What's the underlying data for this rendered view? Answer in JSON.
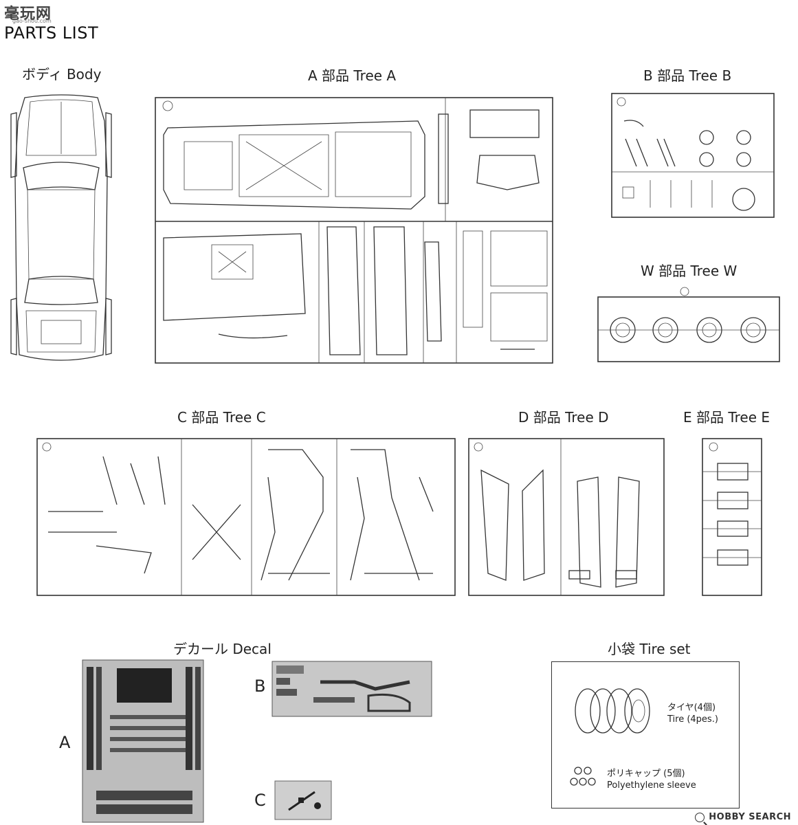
{
  "header": {
    "site_logo": "毫玩网",
    "site_url": "gao-shou.com",
    "title": "PARTS LIST"
  },
  "sections": {
    "body": "ボディ  Body",
    "tree_a": "A 部品 Tree A",
    "tree_b": "B 部品 Tree B",
    "tree_w": "W 部品 Tree W",
    "tree_c": "C 部品 Tree C",
    "tree_d": "D 部品 Tree D",
    "tree_e": "E 部品 Tree E",
    "decal": "デカール Decal",
    "tire_set": "小袋 Tire set"
  },
  "decal": {
    "sheet_a": "A",
    "sheet_b": "B",
    "sheet_c": "C"
  },
  "tire_set": {
    "tire_jp": "タイヤ(4個)",
    "tire_en": "Tire (4pes.)",
    "sleeve_jp": "ポリキャップ (5個)",
    "sleeve_en": "Polyethylene sleeve"
  },
  "footer": {
    "brand": "HOBBY SEARCH"
  }
}
